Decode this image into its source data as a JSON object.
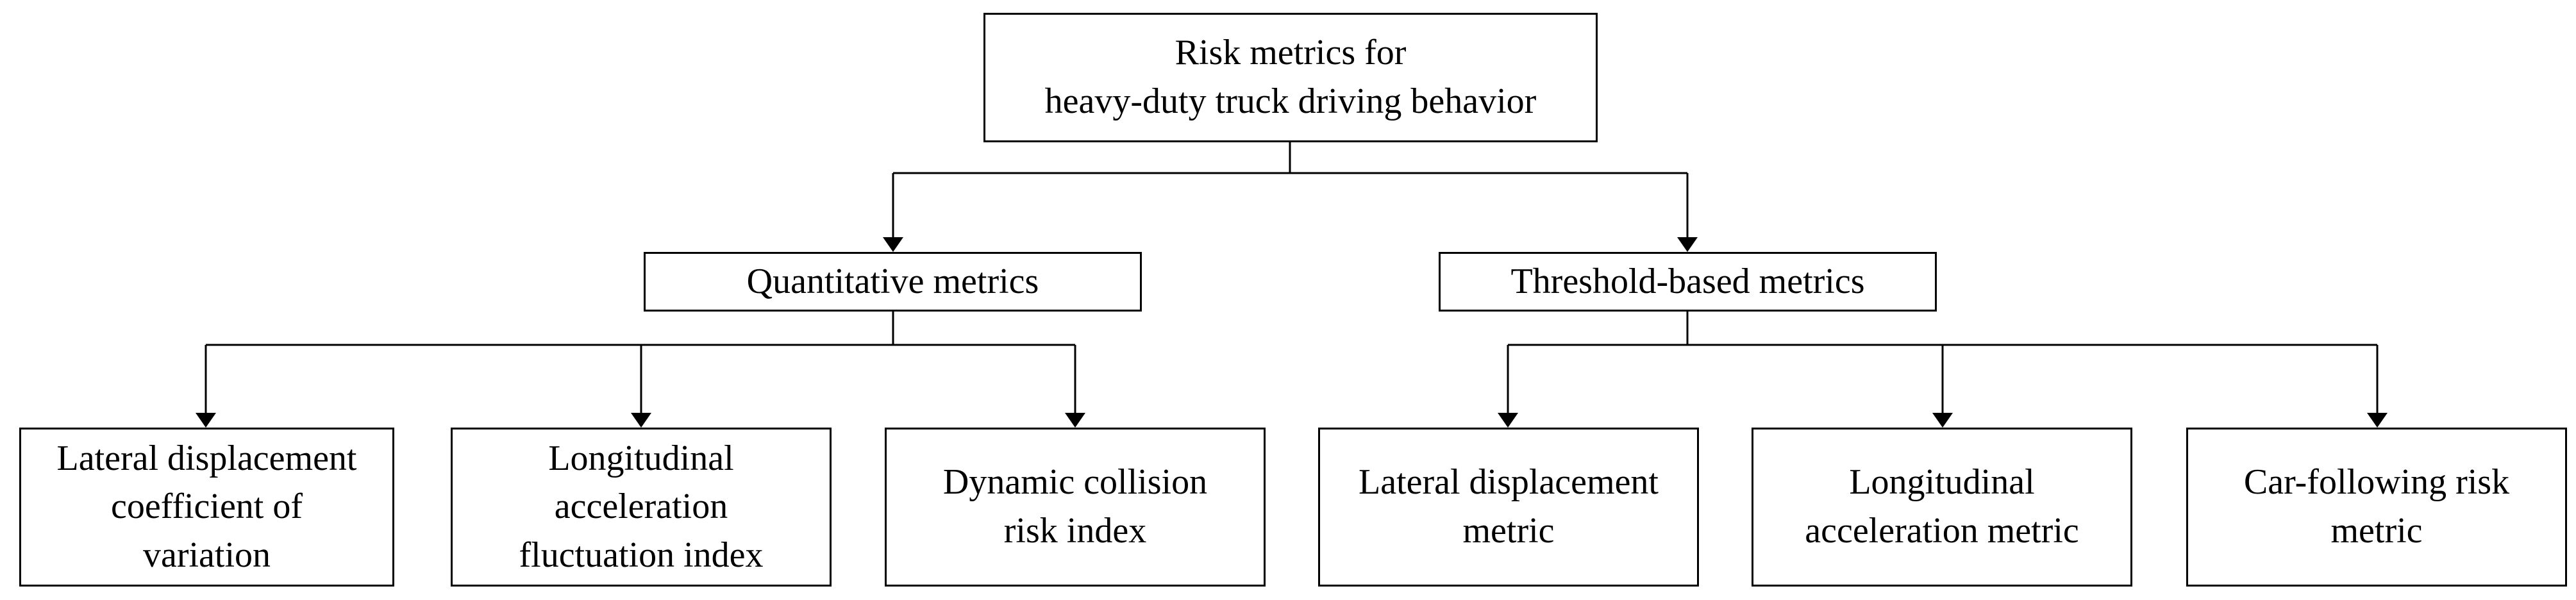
{
  "root": {
    "line1": "Risk metrics for",
    "line2": "heavy-duty truck driving behavior"
  },
  "categories": [
    {
      "label": "Quantitative metrics",
      "metrics": [
        {
          "lines": [
            "Lateral displacement",
            "coefficient of",
            "variation"
          ]
        },
        {
          "lines": [
            "Longitudinal",
            "acceleration",
            "fluctuation index"
          ]
        },
        {
          "lines": [
            "Dynamic collision",
            "risk index"
          ]
        }
      ]
    },
    {
      "label": "Threshold-based metrics",
      "metrics": [
        {
          "lines": [
            "Lateral displacement",
            "metric"
          ]
        },
        {
          "lines": [
            "Longitudinal",
            "acceleration metric"
          ]
        },
        {
          "lines": [
            "Car-following risk",
            "metric"
          ]
        }
      ]
    }
  ],
  "colors": {
    "stroke": "#000000",
    "background": "#ffffff"
  }
}
